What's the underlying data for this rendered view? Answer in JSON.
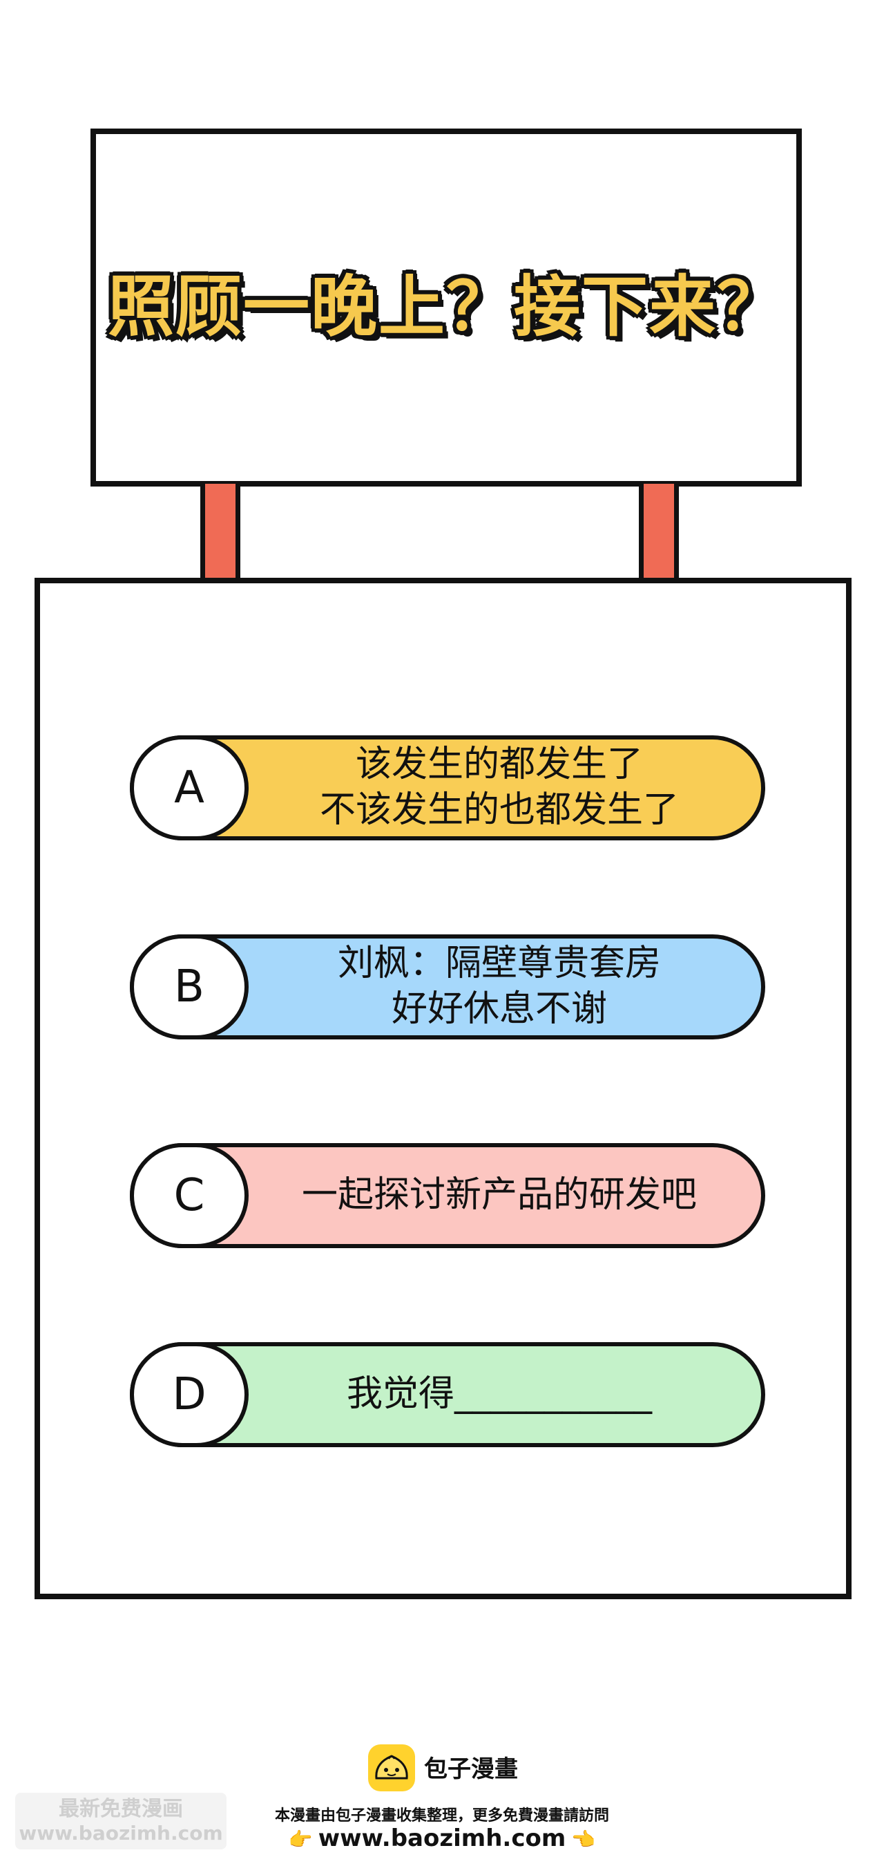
{
  "sign": {
    "title": "照顾一晚上？接下来？"
  },
  "options": [
    {
      "letter": "A",
      "lines": [
        "该发生的都发生了",
        "不该发生的也都发生了"
      ]
    },
    {
      "letter": "B",
      "lines": [
        "刘枫：隔壁尊贵套房",
        "好好休息不谢"
      ]
    },
    {
      "letter": "C",
      "lines": [
        "一起探讨新产品的研发吧"
      ]
    },
    {
      "letter": "D",
      "lines": [
        "我觉得___________"
      ]
    }
  ],
  "colors": {
    "option_a": "#f9cd55",
    "option_b": "#a6d8fb",
    "option_c": "#fcc6c1",
    "option_d": "#c4f2c9",
    "post": "#f06b55"
  },
  "footer": {
    "brand": "包子漫畫",
    "notice": "本漫畫由包子漫畫收集整理，更多免費漫畫請訪問",
    "url": "www.baozimh.com"
  },
  "watermark": {
    "line1": "最新免费漫画",
    "line2": "www.baozimh.com"
  }
}
